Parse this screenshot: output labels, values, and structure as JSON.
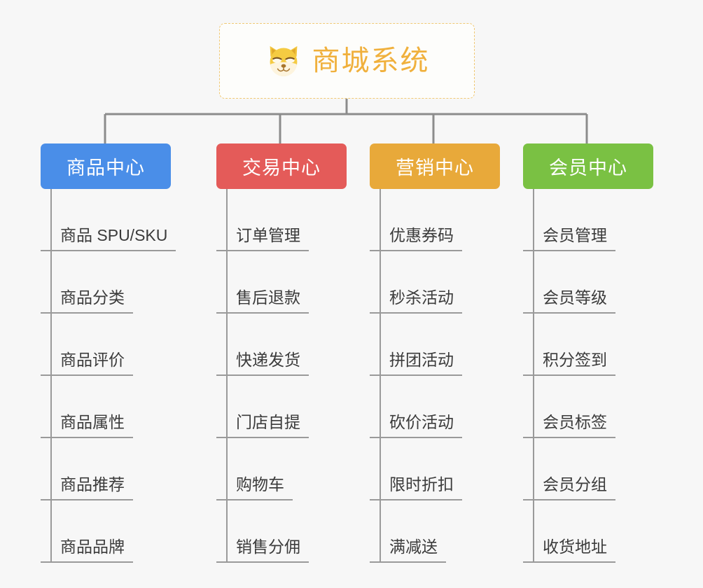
{
  "page": {
    "background_color": "#f7f7f7",
    "type": "mindmap"
  },
  "root": {
    "title": "商城系统",
    "icon": "shiba-dog-face-icon",
    "text_color": "#f0b03c",
    "border_color": "#f0c873",
    "background_color": "#fdfdfb"
  },
  "connector": {
    "color": "#8c8c8c"
  },
  "branches": [
    {
      "label": "商品中心",
      "color": "#4a8ee8",
      "items": [
        {
          "label": "商品 SPU/SKU"
        },
        {
          "label": "商品分类"
        },
        {
          "label": "商品评价"
        },
        {
          "label": "商品属性"
        },
        {
          "label": "商品推荐"
        },
        {
          "label": "商品品牌"
        }
      ]
    },
    {
      "label": "交易中心",
      "color": "#e45b59",
      "items": [
        {
          "label": "订单管理"
        },
        {
          "label": "售后退款"
        },
        {
          "label": "快递发货"
        },
        {
          "label": "门店自提"
        },
        {
          "label": "购物车"
        },
        {
          "label": "销售分佣"
        }
      ]
    },
    {
      "label": "营销中心",
      "color": "#e8a93a",
      "items": [
        {
          "label": "优惠券码"
        },
        {
          "label": "秒杀活动"
        },
        {
          "label": "拼团活动"
        },
        {
          "label": "砍价活动"
        },
        {
          "label": "限时折扣"
        },
        {
          "label": "满减送"
        }
      ]
    },
    {
      "label": "会员中心",
      "color": "#7ac143",
      "items": [
        {
          "label": "会员管理"
        },
        {
          "label": "会员等级"
        },
        {
          "label": "积分签到"
        },
        {
          "label": "会员标签"
        },
        {
          "label": "会员分组"
        },
        {
          "label": "收货地址"
        }
      ]
    }
  ]
}
